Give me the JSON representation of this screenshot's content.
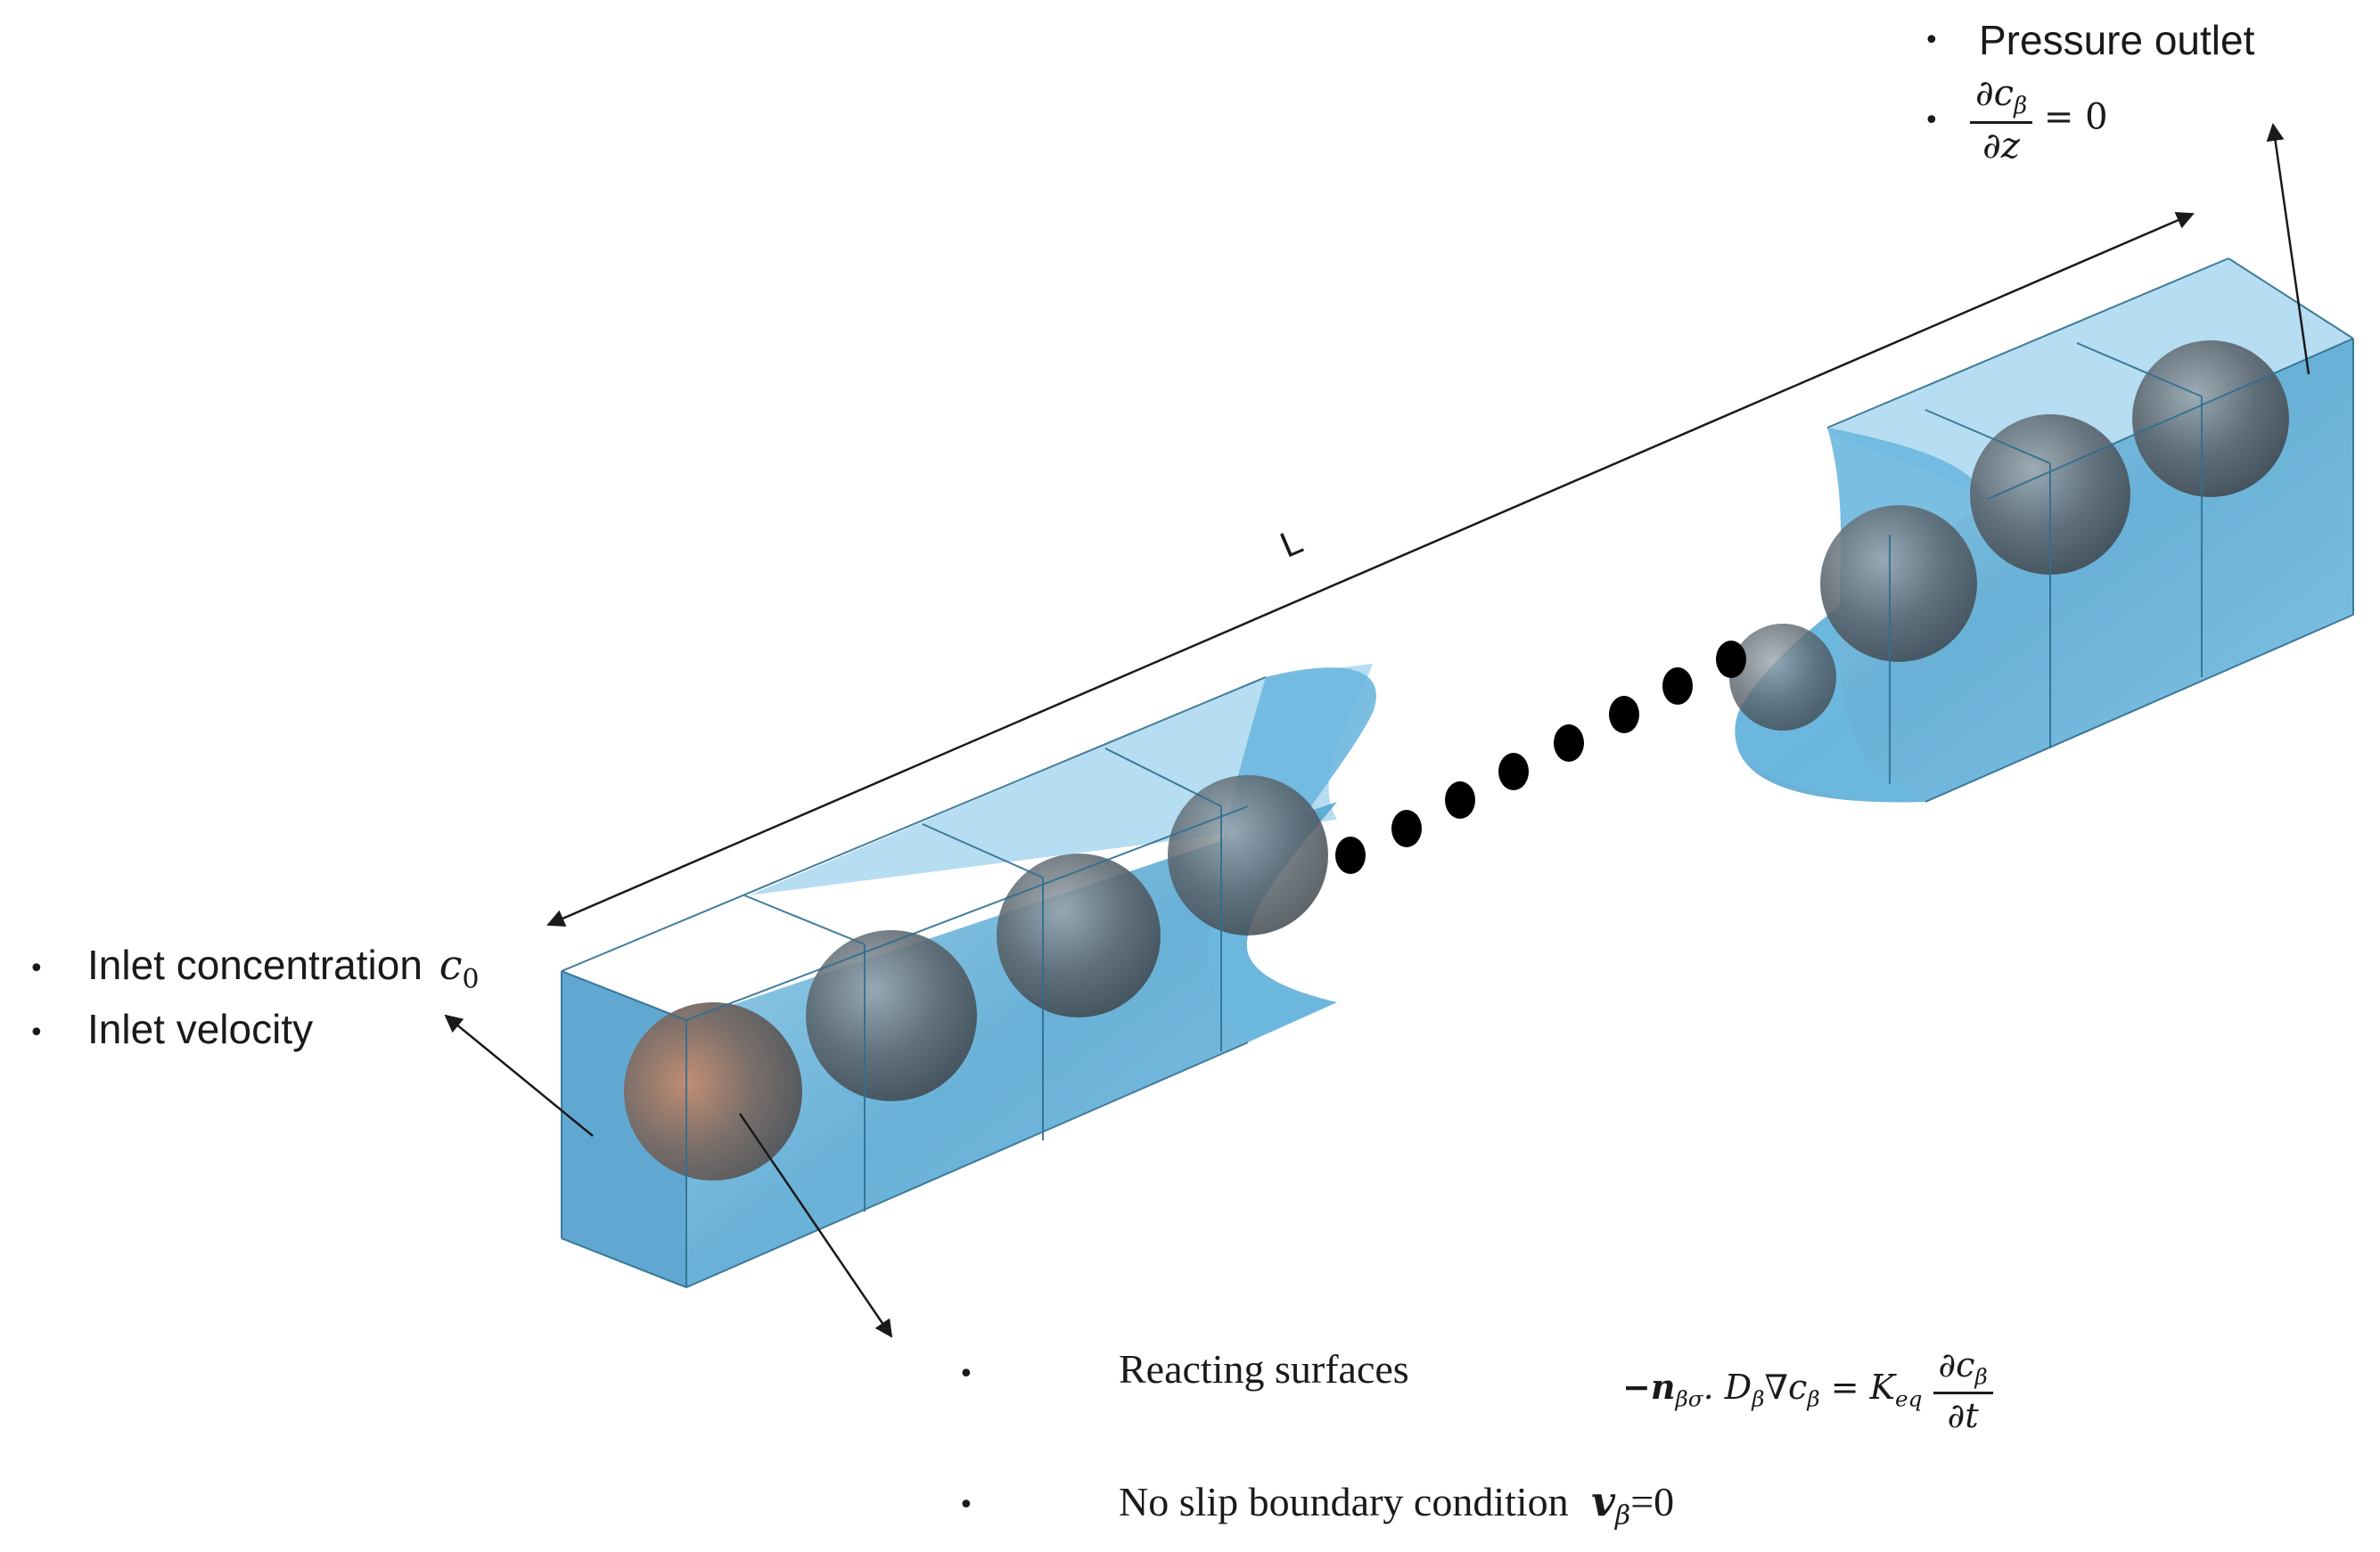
{
  "labels": {
    "length": "L",
    "pressure_outlet": "Pressure outlet",
    "outlet_cond": {
      "num": "∂c",
      "num_sub": "β",
      "den": "∂z",
      "rhs": "= 0"
    },
    "inlet_concentration": "Inlet concentration",
    "inlet_conc_symbol": "c",
    "inlet_conc_sub": "0",
    "inlet_velocity": "Inlet velocity",
    "reacting_surfaces": "Reacting surfaces",
    "reacting_eq": {
      "lhs_n": "−n",
      "lhs_n_sub": "βσ",
      "lhs_d": ". D",
      "lhs_d_sub": "β",
      "lhs_grad": "∇c",
      "lhs_grad_sub": "β",
      "eq": "= K",
      "k_sub": "eq",
      "num": "∂c",
      "num_sub": "β",
      "den": "∂t"
    },
    "no_slip": "No slip boundary condition",
    "no_slip_var": "v",
    "no_slip_sub": "β",
    "no_slip_rhs": "=0"
  },
  "colors": {
    "fluid": "#5aaed8",
    "fluid_light": "#bfe2f4",
    "edge": "#2f6f90",
    "sphere": "#5f6a72",
    "text": "#1a1a1a"
  }
}
